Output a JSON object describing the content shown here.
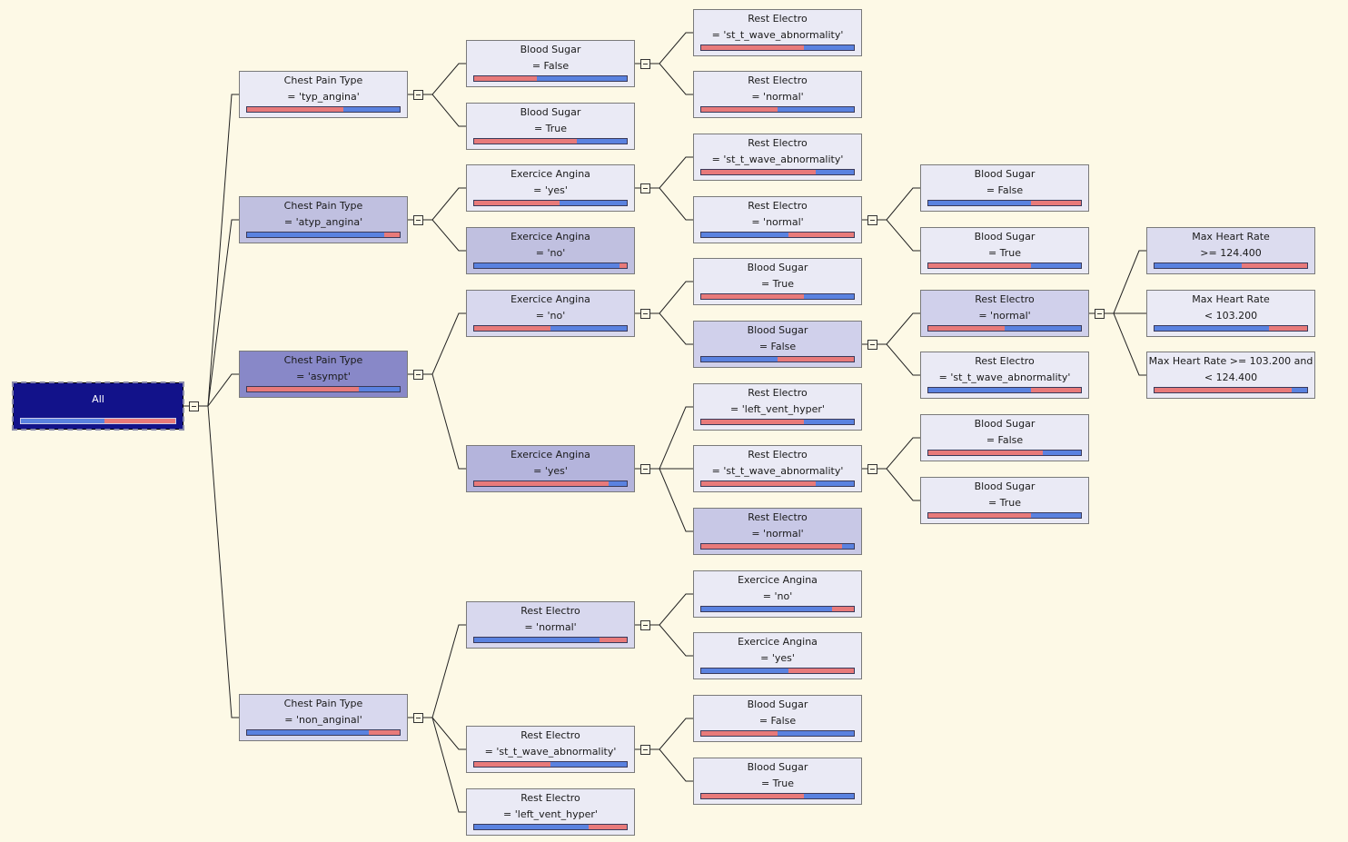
{
  "colors": {
    "red": "#e87a7a",
    "blue": "#5a82e0",
    "background": "#fdf9e6"
  },
  "nodes": [
    {
      "id": "root",
      "l1": "All",
      "l2": "",
      "bar": [
        {
          "c": "blue",
          "f": 0.54
        },
        {
          "c": "red",
          "f": 0.46
        }
      ],
      "fill": "#12128a",
      "toggle": true
    },
    {
      "id": "cp_typ",
      "l1": "Chest Pain Type",
      "l2": "= 'typ_angina'",
      "bar": [
        {
          "c": "red",
          "f": 0.63
        },
        {
          "c": "blue",
          "f": 0.37
        }
      ],
      "fill": "#eaeaf5",
      "toggle": true
    },
    {
      "id": "cp_atyp",
      "l1": "Chest Pain Type",
      "l2": "= 'atyp_angina'",
      "bar": [
        {
          "c": "blue",
          "f": 0.9
        },
        {
          "c": "red",
          "f": 0.1
        }
      ],
      "fill": "#c0c0e0",
      "toggle": true
    },
    {
      "id": "cp_asympt",
      "l1": "Chest Pain Type",
      "l2": "= 'asympt'",
      "bar": [
        {
          "c": "red",
          "f": 0.73
        },
        {
          "c": "blue",
          "f": 0.27
        }
      ],
      "fill": "#8888c8",
      "toggle": true
    },
    {
      "id": "cp_non",
      "l1": "Chest Pain Type",
      "l2": "= 'non_anginal'",
      "bar": [
        {
          "c": "blue",
          "f": 0.8
        },
        {
          "c": "red",
          "f": 0.2
        }
      ],
      "fill": "#d8d8ee",
      "toggle": true
    },
    {
      "id": "typ_bs_f",
      "l1": "Blood Sugar",
      "l2": "= False",
      "bar": [
        {
          "c": "red",
          "f": 0.41
        },
        {
          "c": "blue",
          "f": 0.59
        }
      ],
      "fill": "#eaeaf5",
      "toggle": true
    },
    {
      "id": "typ_bs_t",
      "l1": "Blood Sugar",
      "l2": "= True",
      "bar": [
        {
          "c": "red",
          "f": 0.67
        },
        {
          "c": "blue",
          "f": 0.33
        }
      ],
      "fill": "#eaeaf5",
      "toggle": false
    },
    {
      "id": "typ_re_st",
      "l1": "Rest Electro",
      "l2": "= 'st_t_wave_abnormality'",
      "bar": [
        {
          "c": "red",
          "f": 0.67
        },
        {
          "c": "blue",
          "f": 0.33
        }
      ],
      "fill": "#eaeaf5",
      "toggle": false
    },
    {
      "id": "typ_re_n",
      "l1": "Rest Electro",
      "l2": "= 'normal'",
      "bar": [
        {
          "c": "red",
          "f": 0.5
        },
        {
          "c": "blue",
          "f": 0.5
        }
      ],
      "fill": "#eaeaf5",
      "toggle": false
    },
    {
      "id": "atyp_ea_y",
      "l1": "Exercice Angina",
      "l2": "= 'yes'",
      "bar": [
        {
          "c": "red",
          "f": 0.56
        },
        {
          "c": "blue",
          "f": 0.44
        }
      ],
      "fill": "#eaeaf5",
      "toggle": true
    },
    {
      "id": "atyp_ea_n",
      "l1": "Exercice Angina",
      "l2": "= 'no'",
      "bar": [
        {
          "c": "blue",
          "f": 0.95
        },
        {
          "c": "red",
          "f": 0.05
        }
      ],
      "fill": "#c0c0e0",
      "toggle": false
    },
    {
      "id": "atyp_re_st",
      "l1": "Rest Electro",
      "l2": "= 'st_t_wave_abnormality'",
      "bar": [
        {
          "c": "red",
          "f": 0.75
        },
        {
          "c": "blue",
          "f": 0.25
        }
      ],
      "fill": "#eaeaf5",
      "toggle": false
    },
    {
      "id": "atyp_re_n",
      "l1": "Rest Electro",
      "l2": "= 'normal'",
      "bar": [
        {
          "c": "blue",
          "f": 0.57
        },
        {
          "c": "red",
          "f": 0.43
        }
      ],
      "fill": "#eaeaf5",
      "toggle": true
    },
    {
      "id": "atyp_bs_f",
      "l1": "Blood Sugar",
      "l2": "= False",
      "bar": [
        {
          "c": "blue",
          "f": 0.67
        },
        {
          "c": "red",
          "f": 0.33
        }
      ],
      "fill": "#eaeaf5",
      "toggle": false
    },
    {
      "id": "atyp_bs_t",
      "l1": "Blood Sugar",
      "l2": "= True",
      "bar": [
        {
          "c": "red",
          "f": 0.67
        },
        {
          "c": "blue",
          "f": 0.33
        }
      ],
      "fill": "#eaeaf5",
      "toggle": false
    },
    {
      "id": "as_ea_n",
      "l1": "Exercice Angina",
      "l2": "= 'no'",
      "bar": [
        {
          "c": "red",
          "f": 0.5
        },
        {
          "c": "blue",
          "f": 0.5
        }
      ],
      "fill": "#d8d8ee",
      "toggle": true
    },
    {
      "id": "as_ea_y",
      "l1": "Exercice Angina",
      "l2": "= 'yes'",
      "bar": [
        {
          "c": "red",
          "f": 0.88
        },
        {
          "c": "blue",
          "f": 0.12
        }
      ],
      "fill": "#b4b4dc",
      "toggle": true
    },
    {
      "id": "as_bs_t",
      "l1": "Blood Sugar",
      "l2": "= True",
      "bar": [
        {
          "c": "red",
          "f": 0.67
        },
        {
          "c": "blue",
          "f": 0.33
        }
      ],
      "fill": "#eaeaf5",
      "toggle": false
    },
    {
      "id": "as_bs_f",
      "l1": "Blood Sugar",
      "l2": "= False",
      "bar": [
        {
          "c": "blue",
          "f": 0.5
        },
        {
          "c": "red",
          "f": 0.5
        }
      ],
      "fill": "#d0d0eb",
      "toggle": true
    },
    {
      "id": "as_re_n",
      "l1": "Rest Electro",
      "l2": "= 'normal'",
      "bar": [
        {
          "c": "red",
          "f": 0.5
        },
        {
          "c": "blue",
          "f": 0.5
        }
      ],
      "fill": "#d0d0eb",
      "toggle": true
    },
    {
      "id": "as_re_st2",
      "l1": "Rest Electro",
      "l2": "= 'st_t_wave_abnormality'",
      "bar": [
        {
          "c": "blue",
          "f": 0.67
        },
        {
          "c": "red",
          "f": 0.33
        }
      ],
      "fill": "#eaeaf5",
      "toggle": false
    },
    {
      "id": "as_mhr_hi",
      "l1": "Max Heart Rate",
      "l2": ">= 124.400",
      "bar": [
        {
          "c": "blue",
          "f": 0.57
        },
        {
          "c": "red",
          "f": 0.43
        }
      ],
      "fill": "#dcdcef",
      "toggle": false
    },
    {
      "id": "as_mhr_lo",
      "l1": "Max Heart Rate",
      "l2": "< 103.200",
      "bar": [
        {
          "c": "blue",
          "f": 0.75
        },
        {
          "c": "red",
          "f": 0.25
        }
      ],
      "fill": "#eaeaf5",
      "toggle": false
    },
    {
      "id": "as_mhr_mid",
      "l1": "Max Heart Rate >= 103.200 and",
      "l2": "< 124.400",
      "bar": [
        {
          "c": "red",
          "f": 0.9
        },
        {
          "c": "blue",
          "f": 0.1
        }
      ],
      "fill": "#eaeaf5",
      "toggle": false
    },
    {
      "id": "as_re_lvh",
      "l1": "Rest Electro",
      "l2": "= 'left_vent_hyper'",
      "bar": [
        {
          "c": "red",
          "f": 0.67
        },
        {
          "c": "blue",
          "f": 0.33
        }
      ],
      "fill": "#eaeaf5",
      "toggle": false
    },
    {
      "id": "as_re_st",
      "l1": "Rest Electro",
      "l2": "= 'st_t_wave_abnormality'",
      "bar": [
        {
          "c": "red",
          "f": 0.75
        },
        {
          "c": "blue",
          "f": 0.25
        }
      ],
      "fill": "#eaeaf5",
      "toggle": true
    },
    {
      "id": "as_re_n2",
      "l1": "Rest Electro",
      "l2": "= 'normal'",
      "bar": [
        {
          "c": "red",
          "f": 0.92
        },
        {
          "c": "blue",
          "f": 0.08
        }
      ],
      "fill": "#c8c8e6",
      "toggle": false
    },
    {
      "id": "as_bs_f2",
      "l1": "Blood Sugar",
      "l2": "= False",
      "bar": [
        {
          "c": "red",
          "f": 0.75
        },
        {
          "c": "blue",
          "f": 0.25
        }
      ],
      "fill": "#eaeaf5",
      "toggle": false
    },
    {
      "id": "as_bs_t2",
      "l1": "Blood Sugar",
      "l2": "= True",
      "bar": [
        {
          "c": "red",
          "f": 0.67
        },
        {
          "c": "blue",
          "f": 0.33
        }
      ],
      "fill": "#eaeaf5",
      "toggle": false
    },
    {
      "id": "non_re_n",
      "l1": "Rest Electro",
      "l2": "= 'normal'",
      "bar": [
        {
          "c": "blue",
          "f": 0.82
        },
        {
          "c": "red",
          "f": 0.18
        }
      ],
      "fill": "#d8d8ee",
      "toggle": true
    },
    {
      "id": "non_re_st",
      "l1": "Rest Electro",
      "l2": "= 'st_t_wave_abnormality'",
      "bar": [
        {
          "c": "red",
          "f": 0.5
        },
        {
          "c": "blue",
          "f": 0.5
        }
      ],
      "fill": "#eaeaf5",
      "toggle": true
    },
    {
      "id": "non_re_lvh",
      "l1": "Rest Electro",
      "l2": "= 'left_vent_hyper'",
      "bar": [
        {
          "c": "blue",
          "f": 0.75
        },
        {
          "c": "red",
          "f": 0.25
        }
      ],
      "fill": "#eaeaf5",
      "toggle": false
    },
    {
      "id": "non_ea_n",
      "l1": "Exercice Angina",
      "l2": "= 'no'",
      "bar": [
        {
          "c": "blue",
          "f": 0.86
        },
        {
          "c": "red",
          "f": 0.14
        }
      ],
      "fill": "#eaeaf5",
      "toggle": false
    },
    {
      "id": "non_ea_y",
      "l1": "Exercice Angina",
      "l2": "= 'yes'",
      "bar": [
        {
          "c": "blue",
          "f": 0.57
        },
        {
          "c": "red",
          "f": 0.43
        }
      ],
      "fill": "#eaeaf5",
      "toggle": false
    },
    {
      "id": "non_bs_f",
      "l1": "Blood Sugar",
      "l2": "= False",
      "bar": [
        {
          "c": "red",
          "f": 0.5
        },
        {
          "c": "blue",
          "f": 0.5
        }
      ],
      "fill": "#eaeaf5",
      "toggle": false
    },
    {
      "id": "non_bs_t",
      "l1": "Blood Sugar",
      "l2": "= True",
      "bar": [
        {
          "c": "red",
          "f": 0.67
        },
        {
          "c": "blue",
          "f": 0.33
        }
      ],
      "fill": "#eaeaf5",
      "toggle": false
    }
  ],
  "edges": [
    [
      "root",
      "cp_typ"
    ],
    [
      "root",
      "cp_atyp"
    ],
    [
      "root",
      "cp_asympt"
    ],
    [
      "root",
      "cp_non"
    ],
    [
      "cp_typ",
      "typ_bs_f"
    ],
    [
      "cp_typ",
      "typ_bs_t"
    ],
    [
      "typ_bs_f",
      "typ_re_st"
    ],
    [
      "typ_bs_f",
      "typ_re_n"
    ],
    [
      "cp_atyp",
      "atyp_ea_y"
    ],
    [
      "cp_atyp",
      "atyp_ea_n"
    ],
    [
      "atyp_ea_y",
      "atyp_re_st"
    ],
    [
      "atyp_ea_y",
      "atyp_re_n"
    ],
    [
      "atyp_re_n",
      "atyp_bs_f"
    ],
    [
      "atyp_re_n",
      "atyp_bs_t"
    ],
    [
      "cp_asympt",
      "as_ea_n"
    ],
    [
      "cp_asympt",
      "as_ea_y"
    ],
    [
      "as_ea_n",
      "as_bs_t"
    ],
    [
      "as_ea_n",
      "as_bs_f"
    ],
    [
      "as_bs_f",
      "as_re_n"
    ],
    [
      "as_bs_f",
      "as_re_st2"
    ],
    [
      "as_re_n",
      "as_mhr_hi"
    ],
    [
      "as_re_n",
      "as_mhr_lo"
    ],
    [
      "as_re_n",
      "as_mhr_mid"
    ],
    [
      "as_ea_y",
      "as_re_lvh"
    ],
    [
      "as_ea_y",
      "as_re_st"
    ],
    [
      "as_ea_y",
      "as_re_n2"
    ],
    [
      "as_re_st",
      "as_bs_f2"
    ],
    [
      "as_re_st",
      "as_bs_t2"
    ],
    [
      "cp_non",
      "non_re_n"
    ],
    [
      "cp_non",
      "non_re_st"
    ],
    [
      "cp_non",
      "non_re_lvh"
    ],
    [
      "non_re_n",
      "non_ea_n"
    ],
    [
      "non_re_n",
      "non_ea_y"
    ],
    [
      "non_re_st",
      "non_bs_f"
    ],
    [
      "non_re_st",
      "non_bs_t"
    ]
  ]
}
